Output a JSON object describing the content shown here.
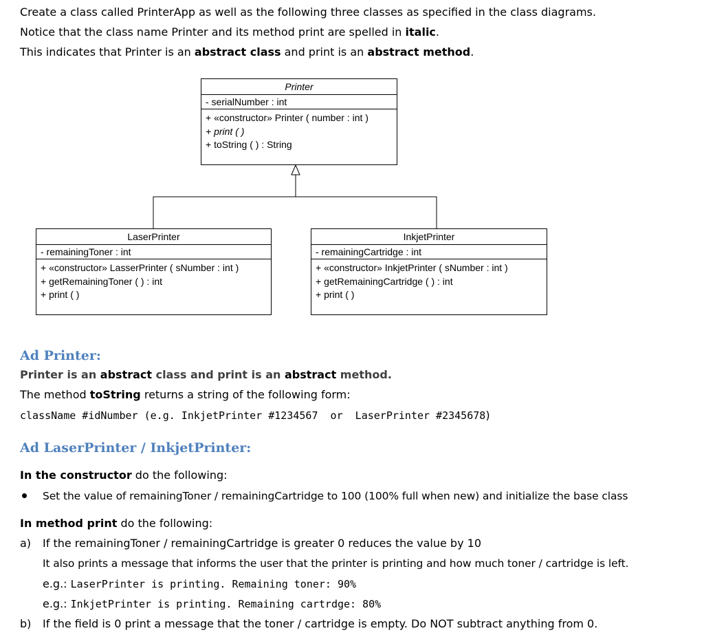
{
  "intro": {
    "line1": "Create a class called PrinterApp as well as the following three classes as specified in the class diagrams.",
    "line2_a": "Notice that the class name Printer and its method print are spelled in ",
    "line2_b": "italic",
    "line2_c": ".",
    "line3_a": "This indicates that Printer is an ",
    "line3_b": "abstract class",
    "line3_c": " and print is an ",
    "line3_d": "abstract method",
    "line3_e": "."
  },
  "diagram": {
    "printer": {
      "name": "Printer",
      "attribute": "- serialNumber : int",
      "methods": [
        "+ «constructor» Printer ( number : int )",
        "+ print ( )",
        "+ toString ( ) : String"
      ]
    },
    "laser": {
      "name": "LaserPrinter",
      "attribute": "- remainingToner : int",
      "methods": [
        "+ «constructor» LasserPrinter ( sNumber : int )",
        "+ getRemainingToner ( ) : int",
        "+ print ( )"
      ]
    },
    "inkjet": {
      "name": "InkjetPrinter",
      "attribute": "- remainingCartridge : int",
      "methods": [
        "+ «constructor» InkjetPrinter ( sNumber : int )",
        "+ getRemainingCartridge ( ) : int",
        "+ print ( )"
      ]
    }
  },
  "ad_printer": {
    "heading": "Ad Printer:",
    "l1_a": "Printer is an ",
    "l1_b": "abstract",
    "l1_c": " class and print is an ",
    "l1_d": "abstract",
    "l1_e": " method.",
    "l2_a": "The method ",
    "l2_b": "toString",
    "l2_c": " returns a string of the following form:",
    "l3_code": "className #idNumber (e.g. InkjetPrinter #1234567  or  LaserPrinter #2345678",
    "l3_end": ")"
  },
  "ad_laser": {
    "heading": "Ad LaserPrinter / InkjetPrinter:",
    "ctor_a": "In the constructor",
    "ctor_b": " do the following:",
    "bullet": "Set the value of remainingToner / remainingCartridge  to 100 (100% full when new) and initialize the base class",
    "print_a": "In method print",
    "print_b": " do the following:",
    "a_marker": "a)",
    "a_text": "If the remainingToner / remainingCartridge  is greater 0 reduces the value by 10",
    "a_text2": "It also prints a message that informs the user that the printer is printing and how much toner / cartridge is left.",
    "eg1_prefix": "e.g.: ",
    "eg1_code": "LaserPrinter is printing. Remaining toner: 90%",
    "eg2_prefix": "e.g.: ",
    "eg2_code": "InkjetPrinter is printing. Remaining cartrdge: 80%",
    "b_marker": "b)",
    "b_text": "If the field is 0 print a message that the toner / cartridge is empty. Do NOT subtract anything from 0."
  }
}
